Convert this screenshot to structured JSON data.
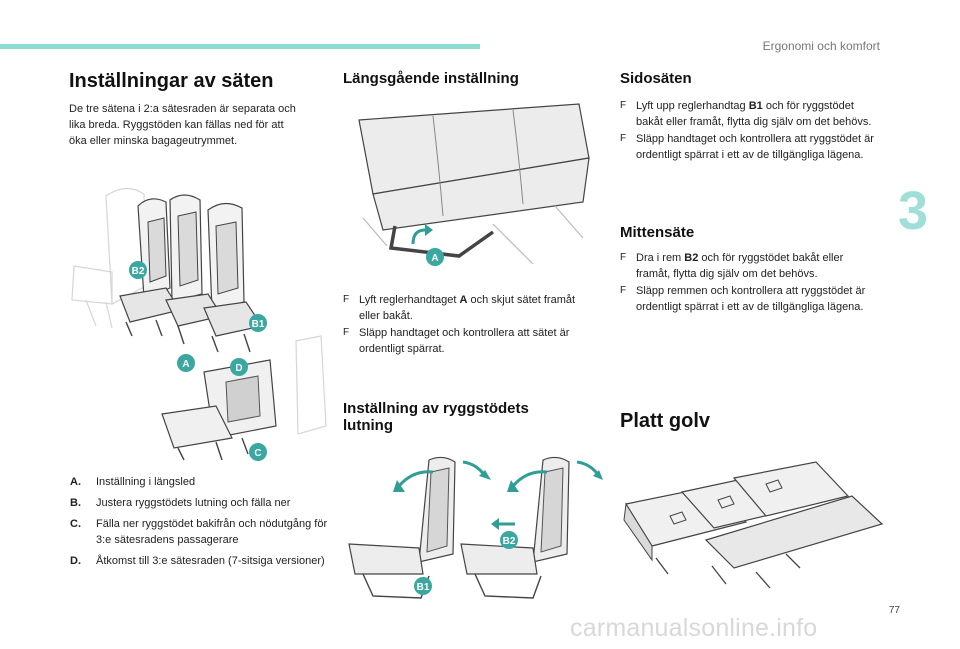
{
  "header": {
    "chapter_title": "Ergonomi och komfort",
    "chapter_number": "3"
  },
  "footer": {
    "page_number": "77",
    "watermark": "carmanualsonline.info"
  },
  "col1": {
    "title": "Inställningar av säten",
    "intro": [
      "De tre sätena i 2:a sätesraden är separata och",
      "lika breda. Ryggstöden kan fällas ned för att",
      "öka eller minska bagageutrymmet."
    ],
    "legend": [
      {
        "key": "A.",
        "text": "Inställning i längsled"
      },
      {
        "key": "B.",
        "text": "Justera ryggstödets lutning och fälla ner"
      },
      {
        "key": "C.",
        "text": "Fälla ner ryggstödet bakifrån och nödutgång för 3:e sätesradens passagerare"
      },
      {
        "key": "D.",
        "text": "Åtkomst till 3:e sätesraden (7-sitsiga versioner)"
      }
    ],
    "callouts": {
      "b2": "B2",
      "b1": "B1",
      "a": "A",
      "d": "D",
      "c": "C"
    }
  },
  "col2": {
    "title": "Längsgående inställning",
    "callout_a": "A",
    "bullets": [
      {
        "pre": "Lyft reglerhandtaget ",
        "bold": "A",
        "post": " och skjut sätet framåt eller bakåt."
      },
      {
        "pre": "Släpp handtaget och kontrollera att sätet är ordentligt spärrat.",
        "bold": "",
        "post": ""
      }
    ],
    "title2_line1": "Inställning av ryggstödets",
    "title2_line2": "lutning",
    "callouts2": {
      "b1": "B1",
      "b2": "B2"
    }
  },
  "col3": {
    "title": "Sidosäten",
    "bullets": [
      {
        "pre": "Lyft upp reglerhandtag ",
        "bold": "B1",
        "post": " och för ryggstödet bakåt eller framåt, flytta dig själv om det behövs."
      },
      {
        "pre": "Släpp handtaget och kontrollera att ryggstödet är ordentligt spärrat i ett av de tillgängliga lägena.",
        "bold": "",
        "post": ""
      }
    ],
    "title2": "Mittensäte",
    "bullets2": [
      {
        "pre": "Dra i rem ",
        "bold": "B2",
        "post": " och för ryggstödet bakåt eller framåt, flytta dig själv om det behövs."
      },
      {
        "pre": "Släpp remmen och kontrollera att ryggstödet är ordentligt spärrat i ett av de tillgängliga lägena.",
        "bold": "",
        "post": ""
      }
    ],
    "title3": "Platt golv"
  },
  "bullet_mark": "F",
  "colors": {
    "accent": "#8fdcd5",
    "callout": "#3aa7a0",
    "arrow": "#2f9e97"
  }
}
